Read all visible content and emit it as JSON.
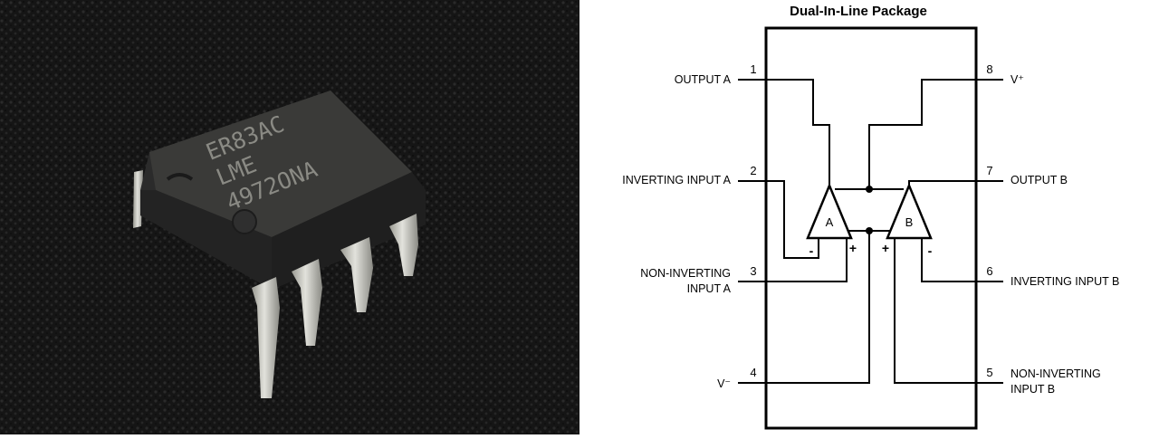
{
  "photo": {
    "chip_markings": [
      "ER83AC",
      "LME",
      "4972ONA"
    ]
  },
  "diagram": {
    "title": "Dual-In-Line Package",
    "pins": {
      "p1": {
        "num": "1",
        "label": "OUTPUT A"
      },
      "p2": {
        "num": "2",
        "label": "INVERTING INPUT A"
      },
      "p3": {
        "num": "3",
        "label_line1": "NON-INVERTING",
        "label_line2": "INPUT A"
      },
      "p4": {
        "num": "4",
        "label": "V⁻"
      },
      "p5": {
        "num": "5",
        "label_line1": "NON-INVERTING",
        "label_line2": "INPUT B"
      },
      "p6": {
        "num": "6",
        "label": "INVERTING INPUT B"
      },
      "p7": {
        "num": "7",
        "label": "OUTPUT B"
      },
      "p8": {
        "num": "8",
        "label": "V⁺"
      }
    },
    "amplifiers": {
      "a": {
        "label": "A",
        "minus": "-",
        "plus": "+"
      },
      "b": {
        "label": "B",
        "minus": "-",
        "plus": "+"
      }
    }
  }
}
